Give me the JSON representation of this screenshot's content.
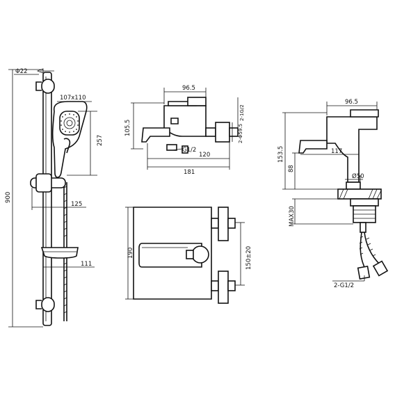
{
  "shower_set": {
    "dia_bar": "Φ22",
    "head_size": "107x110",
    "total_height": "900",
    "head_height": "257",
    "holder_depth": "125",
    "soap_depth": "111"
  },
  "bath_mixer_side": {
    "top_width": "96.5",
    "height": "105.5",
    "outlet_thread": "2-1G/2",
    "escutcheon": "2-Φ59.5",
    "spout_thread": "G1/2",
    "spout_reach": "120",
    "total_length": "181"
  },
  "bath_mixer_front": {
    "height": "190",
    "centers": "150±20"
  },
  "basin_mixer": {
    "top_width": "96.5",
    "total_height": "153.5",
    "spout_reach": "117",
    "spout_height": "88",
    "base_dia": "Ø50",
    "max_deck": "MAX30",
    "hose_thread": "2-G1/2"
  }
}
